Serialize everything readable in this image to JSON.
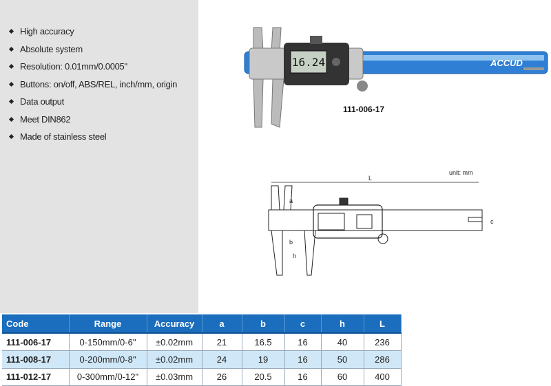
{
  "features": [
    "High accuracy",
    "Absolute system",
    "Resolution: 0.01mm/0.0005\"",
    "Buttons: on/off,  ABS/REL, inch/mm, origin",
    "Data output",
    "Meet DIN862",
    "Made of stainless steel"
  ],
  "product": {
    "brand": "ACCUD",
    "display": "16.24",
    "caption": "111-006-17"
  },
  "diagram": {
    "unit": "unit: mm",
    "labels": {
      "L": "L",
      "a": "a",
      "b": "b",
      "h": "h",
      "c": "c"
    }
  },
  "table": {
    "headers": [
      "Code",
      "Range",
      "Accuracy",
      "a",
      "b",
      "c",
      "h",
      "L"
    ],
    "rows": [
      [
        "111-006-17",
        "0-150mm/0-6\"",
        "±0.02mm",
        "21",
        "16.5",
        "16",
        "40",
        "236"
      ],
      [
        "111-008-17",
        "0-200mm/0-8\"",
        "±0.02mm",
        "24",
        "19",
        "16",
        "50",
        "286"
      ],
      [
        "111-012-17",
        "0-300mm/0-12\"",
        "±0.03mm",
        "26",
        "20.5",
        "16",
        "60",
        "400"
      ]
    ]
  },
  "colors": {
    "header": "#1b6dbd",
    "alt_row": "#cfe7f7",
    "panel": "#e3e3e3",
    "scale_blue": "#2f7fd4"
  }
}
